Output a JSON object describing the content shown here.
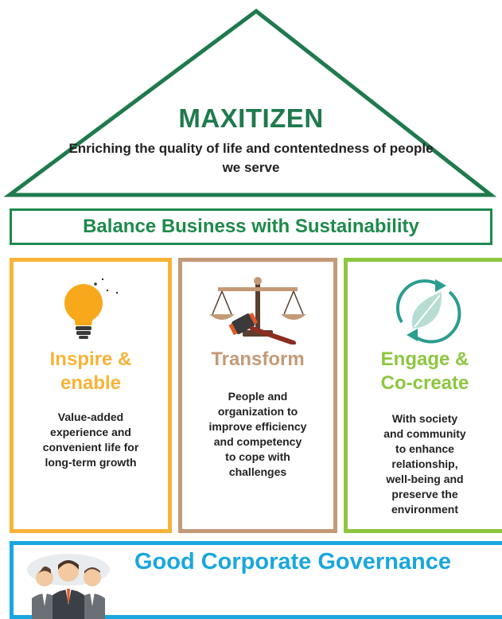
{
  "roof": {
    "title": "MAXITIZEN",
    "subtitle": "Enriching the quality of life and contentedness of people we serve"
  },
  "banner": {
    "text": "Balance Business with Sustainability"
  },
  "pillars": [
    {
      "title_lines": [
        "Inspire &",
        "enable"
      ],
      "description_lines": [
        "Value-added",
        "experience and",
        "convenient life for",
        "long-term growth"
      ],
      "color": "#f7b338",
      "icon": "lightbulb-icon"
    },
    {
      "title_lines": [
        "Transform"
      ],
      "description_lines": [
        "People and",
        "organization to",
        "improve efficiency",
        "and competency",
        "to cope with",
        "challenges"
      ],
      "color": "#c49a76",
      "icon": "scales-gavel-icon"
    },
    {
      "title_lines": [
        "Engage &",
        "Co-create"
      ],
      "description_lines": [
        "With society",
        "and community",
        "to enhance",
        "relationship,",
        "well-being and",
        "preserve the",
        "environment"
      ],
      "color": "#8dc63f",
      "icon": "leaf-cycle-icon"
    }
  ],
  "foundation": {
    "text": "Good Corporate Governance",
    "icon": "business-people-icon"
  },
  "colors": {
    "roof_green": "#1f7a4d",
    "banner_green": "#1e8a4c",
    "governance_blue": "#1aa6df",
    "inspire_orange": "#f7b338",
    "transform_tan": "#c49a76",
    "engage_green": "#8dc63f"
  }
}
